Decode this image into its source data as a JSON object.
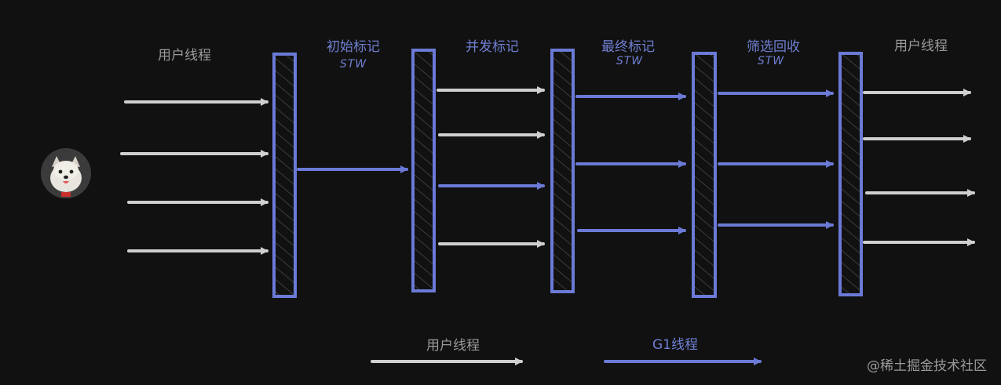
{
  "phases": [
    {
      "label": "用户线程",
      "stw": ""
    },
    {
      "label": "初始标记",
      "stw": "STW"
    },
    {
      "label": "并发标记",
      "stw": ""
    },
    {
      "label": "最终标记",
      "stw": "STW"
    },
    {
      "label": "筛选回收",
      "stw": "STW"
    },
    {
      "label": "用户线程",
      "stw": ""
    }
  ],
  "legend": {
    "user_thread": "用户线程",
    "g1_thread": "G1线程"
  },
  "watermark": "@稀土掘金技术社区",
  "colors": {
    "background": "#111111",
    "user_thread": "#cfcfcf",
    "g1_thread": "#6b7ad6",
    "label_gray": "#9a9a9a",
    "label_blue": "#6f7fd1"
  }
}
